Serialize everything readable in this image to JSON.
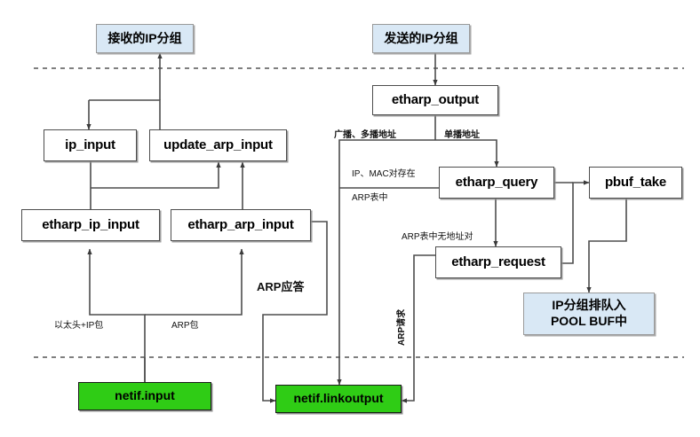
{
  "diagram": {
    "title": "lwIP ARP module call flow",
    "colors": {
      "terminal_fill": "#d9e8f5",
      "function_fill": "#ffffff",
      "driver_fill": "#2fcc15",
      "edge_stroke": "#4d4d4d",
      "divider_stroke": "#555555"
    }
  },
  "nodes": {
    "recv_ip_packet": "接收的IP分组",
    "send_ip_packet": "发送的IP分组",
    "ip_input": "ip_input",
    "update_arp_input": "update_arp_input",
    "etharp_ip_input": "etharp_ip_input",
    "etharp_arp_input": "etharp_arp_input",
    "etharp_output": "etharp_output",
    "etharp_query": "etharp_query",
    "etharp_request": "etharp_request",
    "pbuf_take": "pbuf_take",
    "pool_buf_queue_line1": "IP分组排队入",
    "pool_buf_queue_line2": "POOL BUF中",
    "netif_input": "netif.input",
    "netif_linkoutput": "netif.linkoutput"
  },
  "edge_labels": {
    "eth_ip_packet": "以太头+IP包",
    "arp_packet": "ARP包",
    "arp_reply": "ARP应答",
    "arp_request": "ARP请求",
    "broadcast_multicast_addr": "广播、多播地址",
    "unicast_addr": "单播地址",
    "ip_mac_pair_exists": "IP、MAC对存在",
    "in_arp_table": "ARP表中",
    "no_addr_pair_in_arp_table": "ARP表中无地址对"
  }
}
